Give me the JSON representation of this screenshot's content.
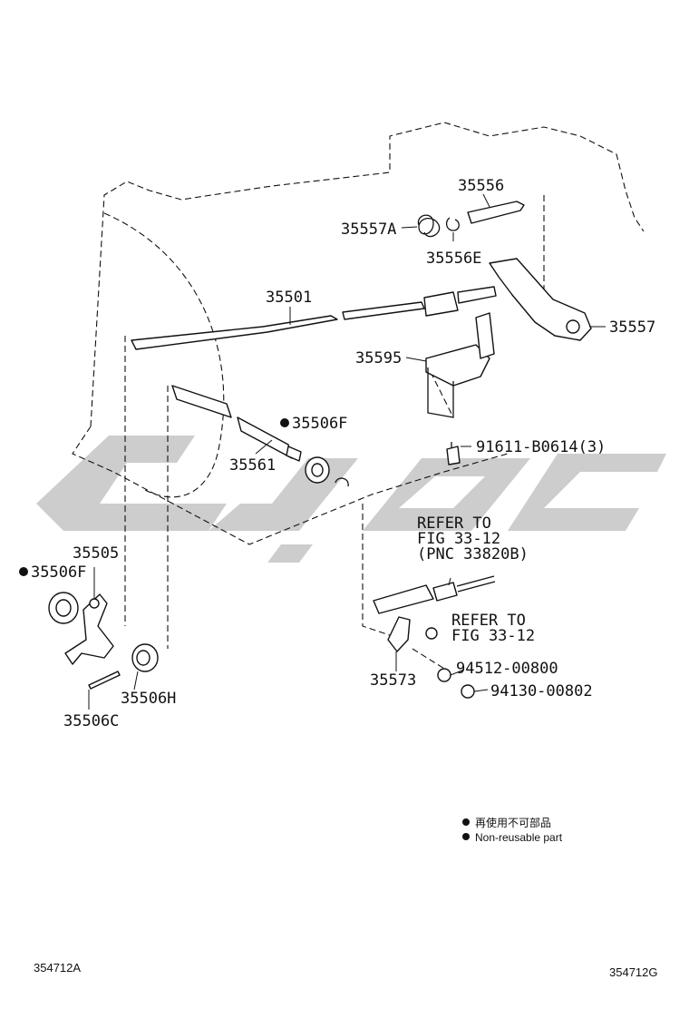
{
  "parts": {
    "p35556": "35556",
    "p35557A": "35557A",
    "p35556E": "35556E",
    "p35501": "35501",
    "p35557": "35557",
    "p35595": "35595",
    "p35506F_upper": "35506F",
    "p91611": "91611-B0614(3)",
    "p35561": "35561",
    "p35505": "35505",
    "p35506F_lower": "35506F",
    "p35506H": "35506H",
    "p35506C": "35506C",
    "p35573": "35573",
    "p94512": "94512-00800",
    "p94130": "94130-00802"
  },
  "refs": {
    "ref1_line1": "REFER TO",
    "ref1_line2": "FIG 33-12",
    "ref1_line3": "(PNC 33820B)",
    "ref2_line1": "REFER TO",
    "ref2_line2": "FIG 33-12"
  },
  "legend": {
    "cn": "再使用不可部品",
    "en": "Non-reusable part"
  },
  "figure_ids": {
    "left": "354712A",
    "right": "354712G"
  },
  "colors": {
    "line": "#111111",
    "watermark": "#c8c8c8"
  }
}
